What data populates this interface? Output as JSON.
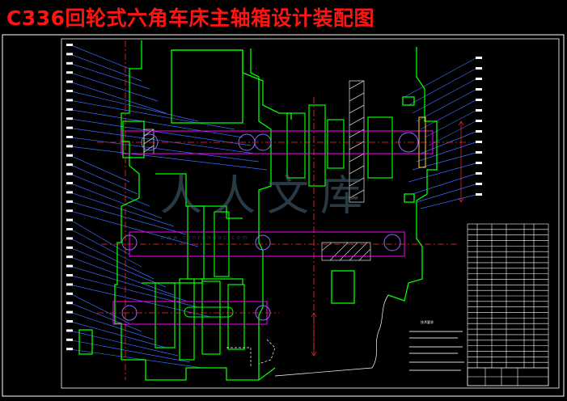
{
  "title": "C336回轮式六角车床主轴箱设计装配图",
  "watermark": {
    "text": "人人文库",
    "url": "w w w . r e n r e n d o c . c o m"
  },
  "colors": {
    "background": "#000000",
    "title": "#ff1414",
    "part_outline": "#00ff00",
    "centerline": "#ff2a2a",
    "leader": "#3a6bff",
    "dimension": "#ff2a2a",
    "frame": "#ffffff",
    "shaft_section": "#ff00ff",
    "gear_hatch": "#c8c8c8",
    "watermark": "#4a6a80"
  },
  "drawing_type": "assembly-drawing",
  "views": [
    "main-section-view"
  ],
  "notes_block": {
    "heading": "技术要求",
    "lines": [
      "",
      "",
      "",
      "",
      "",
      ""
    ]
  },
  "bom_table": {
    "rows": 26,
    "columns": 5,
    "cells": []
  }
}
